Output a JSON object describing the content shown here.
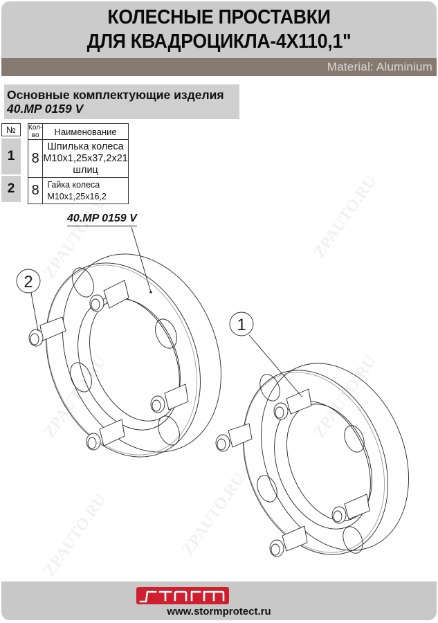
{
  "header": {
    "title_line1": "КОЛЕСНЫЕ ПРОСТАВКИ",
    "title_line2": "ДЛЯ КВАДРОЦИКЛА-4X110,1\"",
    "material": "Material: Aluminium"
  },
  "section": {
    "title": "Основные комплектующие изделия",
    "code": "40.MP 0159 V"
  },
  "table": {
    "headers": {
      "num": "№",
      "qty": "Кол-во",
      "name": "Наименование"
    },
    "rows": [
      {
        "num": "1",
        "qty": "8",
        "name_line1": "Шпилька колеса",
        "name_line2": "М10х1,25х37,2х21 шлиц"
      },
      {
        "num": "2",
        "qty": "8",
        "name_line1": "Гайка колеса М10х1,25х16,2",
        "name_line2": ""
      }
    ]
  },
  "drawing": {
    "assembly_label": "40.MP 0159 V",
    "callouts": [
      {
        "number": "1",
        "target": "Шпилька колеса"
      },
      {
        "number": "2",
        "target": "Гайка колеса"
      }
    ]
  },
  "watermark": "ZPAUTO.RU",
  "footer": {
    "logo_text": "storm",
    "url": "www.stormprotect.ru",
    "logo_color": "#cf1f2f"
  },
  "colors": {
    "header_bg": "#cbcbcb",
    "material_bar": "#857a72",
    "footer_bg": "#c8c8c8"
  }
}
